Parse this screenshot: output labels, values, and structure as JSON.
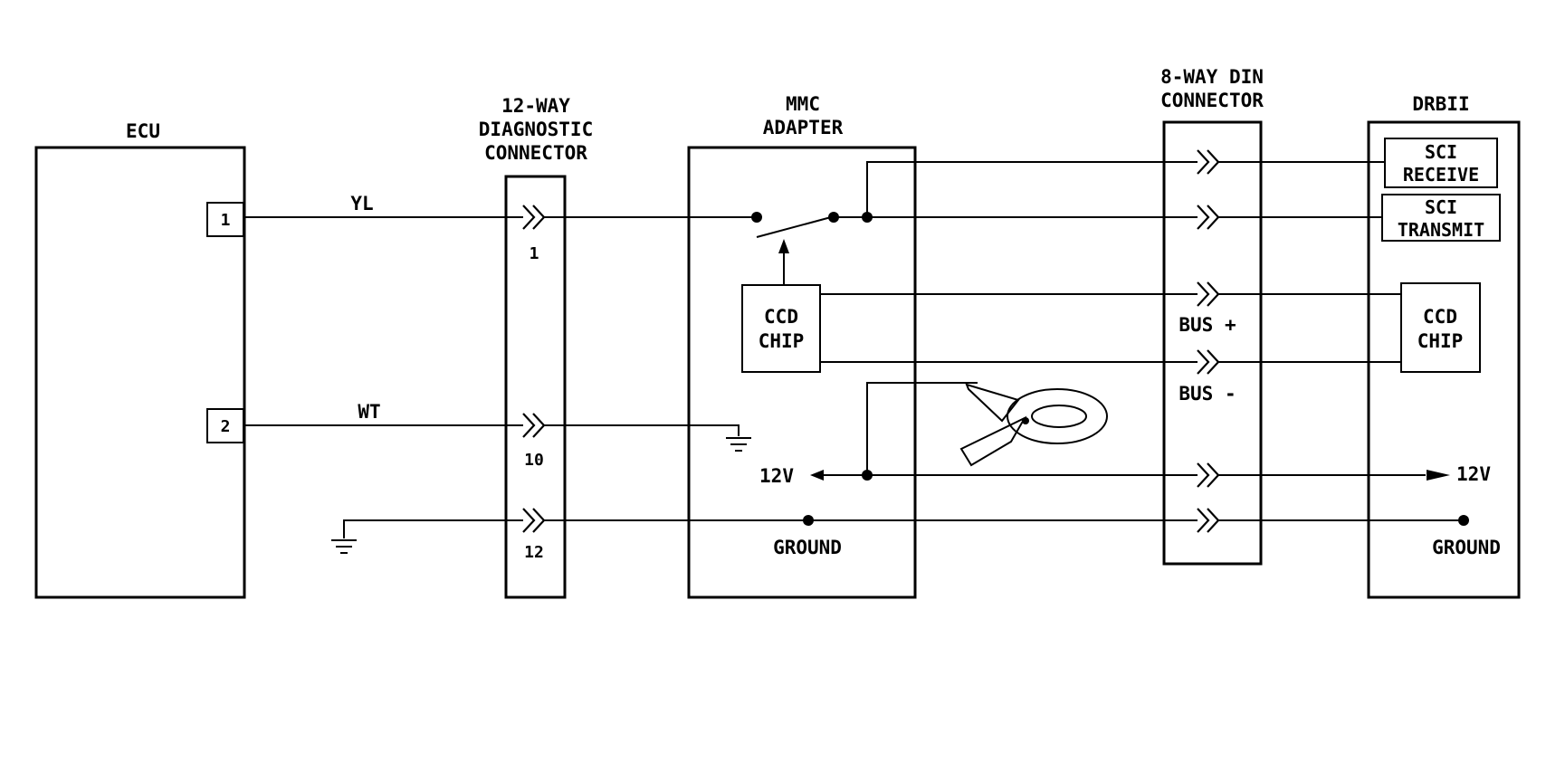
{
  "components": {
    "ecu": {
      "title": "ECU",
      "pin_a": "1",
      "pin_b": "2"
    },
    "diag_connector": {
      "title_l1": "12-WAY",
      "title_l2": "DIAGNOSTIC",
      "title_l3": "CONNECTOR",
      "pin_a": "1",
      "pin_b": "10",
      "pin_c": "12"
    },
    "mmc_adapter": {
      "title_l1": "MMC",
      "title_l2": "ADAPTER",
      "chip_l1": "CCD",
      "chip_l2": "CHIP",
      "v12": "12V",
      "ground": "GROUND"
    },
    "din_connector": {
      "title_l1": "8-WAY DIN",
      "title_l2": "CONNECTOR",
      "bus_plus": "BUS +",
      "bus_minus": "BUS -"
    },
    "drbii": {
      "title": "DRBII",
      "sci_rx_l1": "SCI",
      "sci_rx_l2": "RECEIVE",
      "sci_tx_l1": "SCI",
      "sci_tx_l2": "TRANSMIT",
      "chip_l1": "CCD",
      "chip_l2": "CHIP",
      "v12": "12V",
      "ground": "GROUND"
    }
  },
  "wires": {
    "yl": "YL",
    "wt": "WT"
  }
}
